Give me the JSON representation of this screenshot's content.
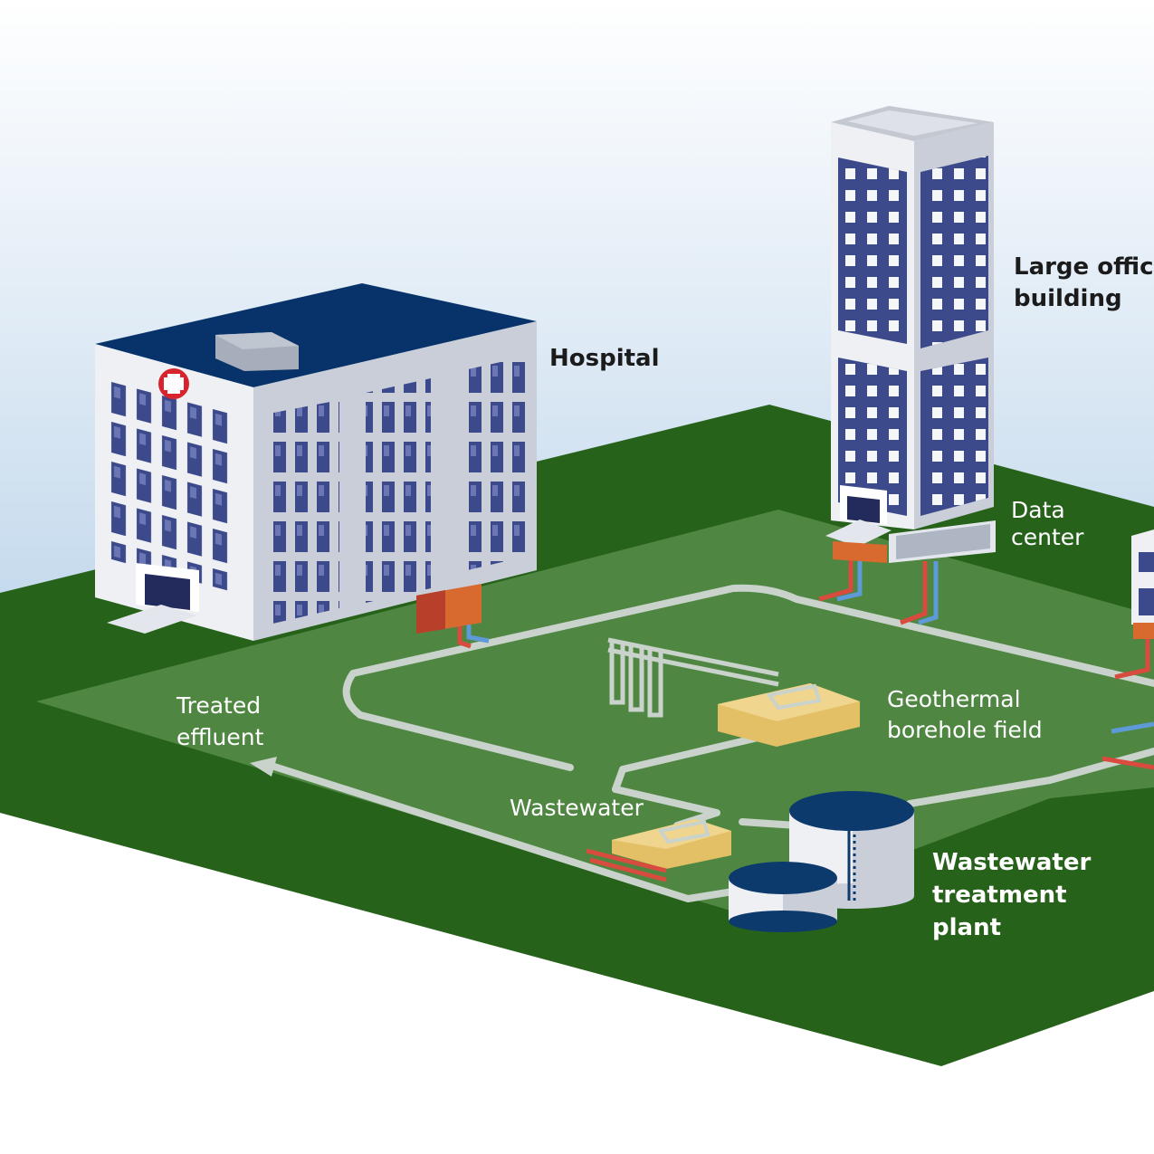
{
  "labels": {
    "hospital": "Hospital",
    "office_line1": "Large office",
    "office_line2": "building",
    "data_center_line1": "Data",
    "data_center_line2": "center",
    "geothermal_line1": "Geothermal",
    "geothermal_line2": "borehole field",
    "treated_line1": "Treated",
    "treated_line2": "effluent",
    "wastewater": "Wastewater",
    "wwtp_line1": "Wastewater",
    "wwtp_line2": "treatment",
    "wwtp_line3": "plant"
  },
  "icons": {
    "hospital_symbol": "red-cross-icon"
  },
  "colors": {
    "sky_top": "#ffffff",
    "sky_bottom": "#c7dcef",
    "ground_dark": "#27621b",
    "ground_light": "#4f8742",
    "pipe": "#c9d3cb",
    "heat_exchanger": "#e7c36e",
    "hot_line": "#d84b3e",
    "cold_line": "#5e9ad8",
    "building_face": "#f2f4f7",
    "building_side": "#c6ccd6",
    "window": "#3c4a8c",
    "roof": "#08336a",
    "tank_top": "#0d3a6d"
  }
}
